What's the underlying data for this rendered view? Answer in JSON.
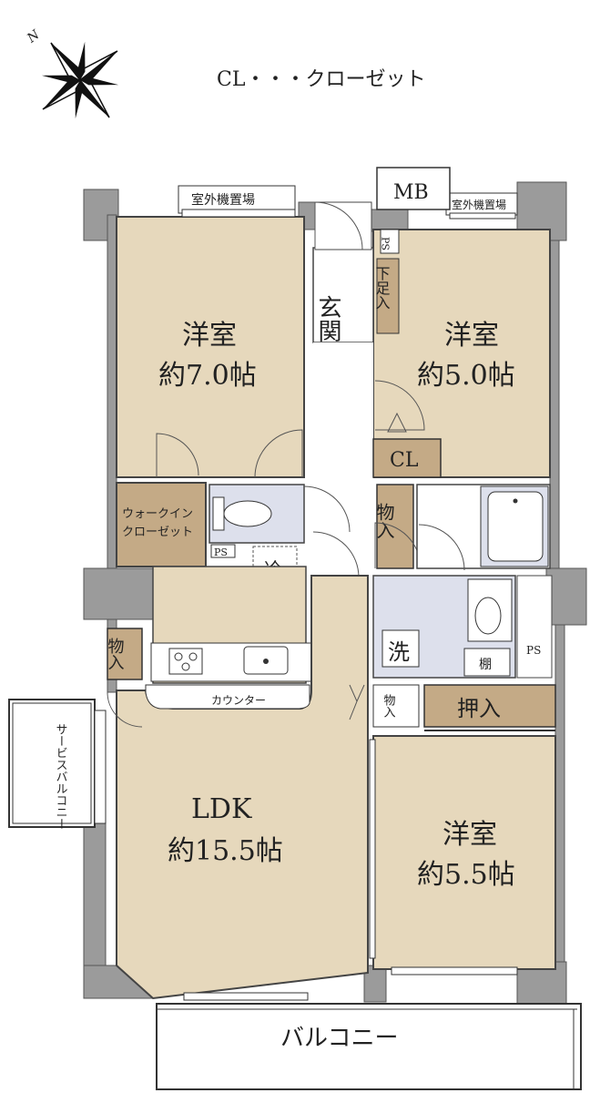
{
  "legend": "CL・・・クローゼット",
  "compass": {
    "north": "N"
  },
  "rooms": {
    "western_top_left": {
      "name": "洋室",
      "size": "約7.0帖"
    },
    "western_top_right": {
      "name": "洋室",
      "size": "約5.0帖"
    },
    "ldk": {
      "name": "LDK",
      "size": "約15.5帖"
    },
    "western_bottom_right": {
      "name": "洋室",
      "size": "約5.5帖"
    }
  },
  "labels": {
    "entrance": "玄関",
    "shoe_closet": "下足入",
    "mb": "MB",
    "ps": "PS",
    "outdoor_unit": "室外機置場",
    "closet": "CL",
    "storage": "物入",
    "walk_in_closet_1": "ウォークイン",
    "walk_in_closet_2": "クローゼット",
    "fridge": "冷",
    "counter": "カウンター",
    "washer": "洗",
    "shelf": "棚",
    "oshiire": "押入",
    "service_balcony": "サービスバルコニー",
    "balcony": "バルコニー"
  },
  "colors": {
    "room_fill": "#e6d8bc",
    "wall": "#999999",
    "wet_area": "#dde0ec",
    "storage_fill": "#c4aa86"
  }
}
